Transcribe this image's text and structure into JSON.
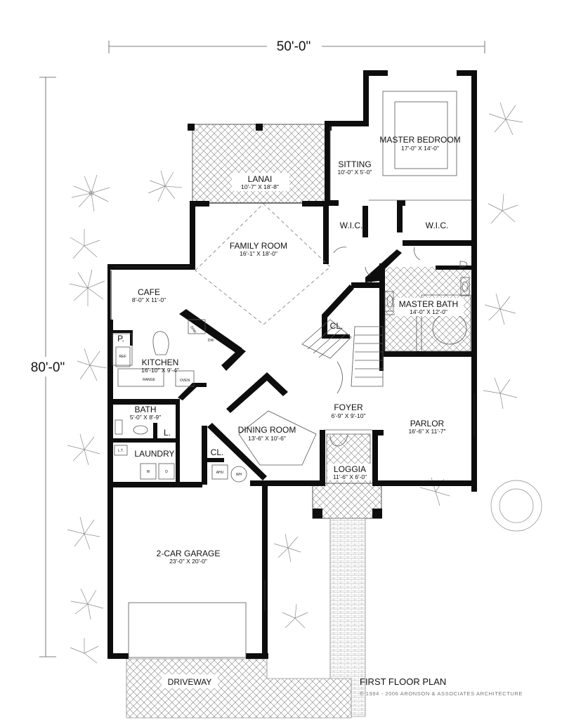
{
  "dimensions": {
    "width": "50'-0\"",
    "depth": "80'-0\""
  },
  "rooms": {
    "master_bedroom": {
      "name": "MASTER BEDROOM",
      "size": "17'-0\" X 14'-0\""
    },
    "sitting": {
      "name": "SITTING",
      "size": "10'-0\" X 5'-0\""
    },
    "lanai": {
      "name": "LANAI",
      "size": "10'-7\" X 18'-8\""
    },
    "wic_left": {
      "name": "W.I.C."
    },
    "wic_right": {
      "name": "W.I.C."
    },
    "family_room": {
      "name": "FAMILY ROOM",
      "size": "16'-1\" X 18'-0\""
    },
    "cafe": {
      "name": "CAFE",
      "size": "8'-0\" X 11'-0\""
    },
    "master_bath": {
      "name": "MASTER BATH",
      "size": "14'-0\" X 12'-0\""
    },
    "closet_upper": {
      "name": "CL."
    },
    "linen_upper": {
      "name": "L."
    },
    "pantry": {
      "name": "P."
    },
    "kitchen": {
      "name": "KITCHEN",
      "size": "16'-10\" X 9'-4\""
    },
    "foyer": {
      "name": "FOYER",
      "size": "6'-9\" X 9'-10\""
    },
    "parlor": {
      "name": "PARLOR",
      "size": "16'-6\" X 11'-7\""
    },
    "bath": {
      "name": "BATH",
      "size": "5'-0\" X 8'-9\""
    },
    "dining_room": {
      "name": "DINING ROOM",
      "size": "13'-6\" X 10'-6\""
    },
    "linen_lower": {
      "name": "L."
    },
    "laundry": {
      "name": "LAUNDRY"
    },
    "closet_lower": {
      "name": "CL."
    },
    "loggia": {
      "name": "LOGGIA",
      "size": "11'-6\" X 6'-0\""
    },
    "garage": {
      "name": "2-CAR GARAGE",
      "size": "23'-0\" X 20'-0\""
    },
    "driveway": {
      "name": "DRIVEWAY"
    }
  },
  "fixtures": {
    "dw": "DW",
    "sink": "SINK",
    "ref": "REF.",
    "range": "RANGE",
    "oven": "OVEN",
    "lt": "L.T.",
    "washer": "W",
    "dryer": "D",
    "ahu": "AHU",
    "wh": "WH"
  },
  "title": "FIRST FLOOR PLAN",
  "copyright": "© 1994 - 2006 ARONSON & ASSOCIATES ARCHITECTURE"
}
